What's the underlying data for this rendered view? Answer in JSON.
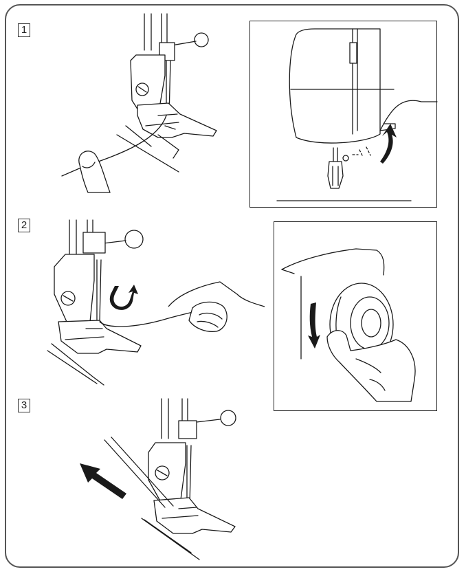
{
  "steps": [
    {
      "number": "1"
    },
    {
      "number": "2"
    },
    {
      "number": "3"
    }
  ],
  "colors": {
    "line": "#1a1a1a",
    "frame": "#555555",
    "background": "#ffffff"
  },
  "icons": [
    "presser-foot",
    "finger-holding-thread",
    "sewing-machine-head",
    "lever-up-arrow",
    "hand-pulling-thread",
    "u-turn-arrow",
    "handwheel",
    "rotate-down-arrow",
    "feed-direction-arrow"
  ]
}
